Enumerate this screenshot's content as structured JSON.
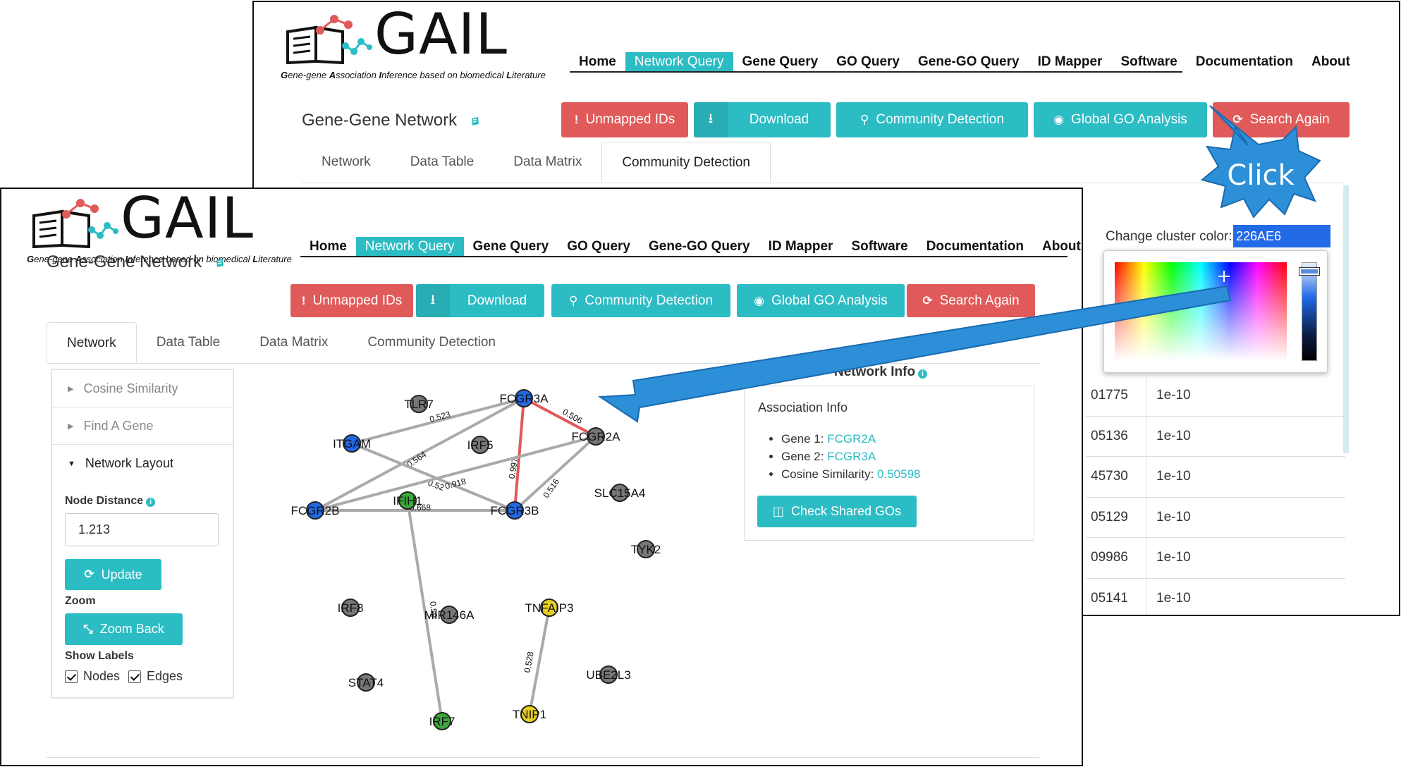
{
  "logo": {
    "word": "GAIL",
    "tagline_parts": [
      {
        "t": "G",
        "b": true
      },
      {
        "t": "ene-gene ",
        "b": false
      },
      {
        "t": "A",
        "b": true
      },
      {
        "t": "ssociation ",
        "b": false
      },
      {
        "t": "I",
        "b": true
      },
      {
        "t": "nference based on biomedical ",
        "b": false
      },
      {
        "t": "L",
        "b": true
      },
      {
        "t": "iterature",
        "b": false
      }
    ]
  },
  "nav": {
    "items": [
      "Home",
      "Network Query",
      "Gene Query",
      "GO Query",
      "Gene-GO Query",
      "ID Mapper",
      "Software",
      "Documentation",
      "About"
    ],
    "active_index": 1
  },
  "page": {
    "title": "Gene-Gene Network",
    "buttons": {
      "unmapped": "Unmapped IDs",
      "download": "Download",
      "community": "Community Detection",
      "global_go": "Global GO Analysis",
      "search_again": "Search Again"
    },
    "tabs": [
      "Network",
      "Data Table",
      "Data Matrix",
      "Community Detection"
    ]
  },
  "back_window": {
    "active_tab_index": 3,
    "cluster_color_label": "Change cluster color:",
    "cluster_color_value": "226AE6",
    "table_rows": [
      {
        "id": "01775",
        "p": "1e-10"
      },
      {
        "id": "05136",
        "p": "1e-10"
      },
      {
        "id": "45730",
        "p": "1e-10"
      },
      {
        "id": "05129",
        "p": "1e-10"
      },
      {
        "id": "09986",
        "p": "1e-10"
      },
      {
        "id": "05141",
        "p": "1e-10"
      }
    ]
  },
  "front_window": {
    "active_tab_index": 0,
    "sidebar": {
      "cosine": "Cosine Similarity",
      "find_gene": "Find A Gene",
      "layout": "Network Layout",
      "node_distance_label": "Node Distance",
      "node_distance_value": "1.213",
      "update": "Update",
      "zoom_label": "Zoom",
      "zoom_back": "Zoom Back",
      "show_labels": "Show Labels",
      "nodes": "Nodes",
      "edges": "Edges"
    },
    "network_info": {
      "title": "Network Info",
      "assoc_heading": "Association Info",
      "gene1_label": "Gene 1:",
      "gene1": "FCGR2A",
      "gene2_label": "Gene 2:",
      "gene2": "FCGR3A",
      "cosine_label": "Cosine Similarity:",
      "cosine": "0.50598",
      "check_btn": "Check Shared GOs"
    }
  },
  "callout": {
    "text": "Click"
  },
  "colors": {
    "teal": "#2cbcc4",
    "red": "#e05a5a",
    "cluster_blue": "#226ae6",
    "node_gray": "#777777",
    "node_green": "#3aa83a",
    "node_yellow": "#e8d020",
    "edge_gray": "#aaaaaa",
    "edge_red": "#e05a5a",
    "arrow_blue": "#2c8fd8"
  },
  "network": {
    "nodes": [
      {
        "id": "TLR7",
        "label": "TLR7",
        "color": "gray"
      },
      {
        "id": "FCGR3A",
        "label": "FCGR3A",
        "color": "blue"
      },
      {
        "id": "FCGR2A",
        "label": "FCGR2A",
        "color": "gray"
      },
      {
        "id": "ITGAM",
        "label": "ITGAM",
        "color": "blue"
      },
      {
        "id": "IRF5",
        "label": "IRF5",
        "color": "gray"
      },
      {
        "id": "FCGR2B",
        "label": "FCGR2B",
        "color": "blue"
      },
      {
        "id": "IFIH1",
        "label": "IFIH1",
        "color": "green"
      },
      {
        "id": "FCGR3B",
        "label": "FCGR3B",
        "color": "blue"
      },
      {
        "id": "SLC15A4",
        "label": "SLC15A4",
        "color": "gray"
      },
      {
        "id": "TYK2",
        "label": "TYK2",
        "color": "gray"
      },
      {
        "id": "IRF8",
        "label": "IRF8",
        "color": "gray"
      },
      {
        "id": "MIR146A",
        "label": "MIR146A",
        "color": "gray"
      },
      {
        "id": "TNFAIP3",
        "label": "TNFAIP3",
        "color": "yellow"
      },
      {
        "id": "UBE2L3",
        "label": "UBE2L3",
        "color": "gray"
      },
      {
        "id": "STAT4",
        "label": "STAT4",
        "color": "gray"
      },
      {
        "id": "IRF7",
        "label": "IRF7",
        "color": "green"
      },
      {
        "id": "TNIP1",
        "label": "TNIP1",
        "color": "yellow"
      }
    ],
    "edges": [
      {
        "a": "FCGR3A",
        "b": "FCGR2A",
        "w": "0.506",
        "red": true
      },
      {
        "a": "FCGR3A",
        "b": "FCGR3B",
        "w": "0.997",
        "red": true
      },
      {
        "a": "FCGR3A",
        "b": "ITGAM",
        "w": "0.523",
        "red": false
      },
      {
        "a": "FCGR3A",
        "b": "FCGR2B",
        "w": "0.564",
        "red": false
      },
      {
        "a": "ITGAM",
        "b": "FCGR3B",
        "w": "0.52",
        "red": false
      },
      {
        "a": "FCGR2A",
        "b": "FCGR2B",
        "w": "0.918",
        "red": false
      },
      {
        "a": "FCGR2A",
        "b": "FCGR3B",
        "w": "0.516",
        "red": false
      },
      {
        "a": "FCGR2B",
        "b": "FCGR3B",
        "w": "0.668",
        "red": false
      },
      {
        "a": "IFIH1",
        "b": "IRF7",
        "w": "0.59",
        "red": false
      },
      {
        "a": "TNFAIP3",
        "b": "TNIP1",
        "w": "0.528",
        "red": false
      }
    ]
  }
}
